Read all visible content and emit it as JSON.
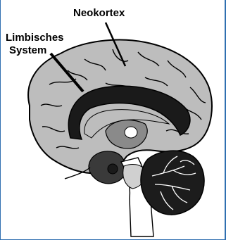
{
  "labels": {
    "neocortex": "Neokortex",
    "limbic_line1": "Limbisches",
    "limbic_line2": "System"
  },
  "colors": {
    "cortex_fill": "#bdbdbd",
    "limbic_fill": "#1a1a1a",
    "midbrain_fill": "#8a8a8a",
    "cerebellum_fill": "#1c1c1c",
    "outline": "#000000",
    "frame": "#2f6fb0"
  }
}
